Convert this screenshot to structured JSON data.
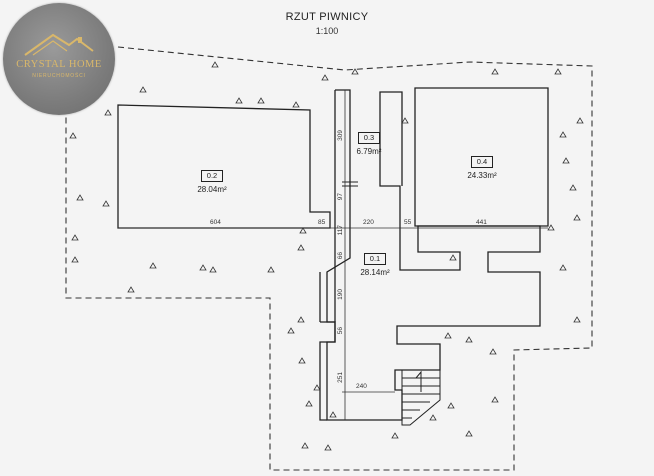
{
  "plan": {
    "title": "RZUT PIWNICY",
    "scale": "1:100"
  },
  "logo": {
    "name": "CRYSTAL HOME",
    "subtitle": "NIERUCHOMOŚCI",
    "icon": "house-roof-icon",
    "accent_color": "#d9b76a"
  },
  "rooms": [
    {
      "id": "0.1",
      "area": "28.14m²"
    },
    {
      "id": "0.2",
      "area": "28.04m²"
    },
    {
      "id": "0.3",
      "area": "6.79m²"
    },
    {
      "id": "0.4",
      "area": "24.33m²"
    }
  ],
  "dimensions": {
    "horizontal": [
      "604",
      "85",
      "220",
      "55",
      "441",
      "240"
    ],
    "vertical": [
      "309",
      "97",
      "117",
      "66",
      "190",
      "56",
      "251"
    ]
  }
}
